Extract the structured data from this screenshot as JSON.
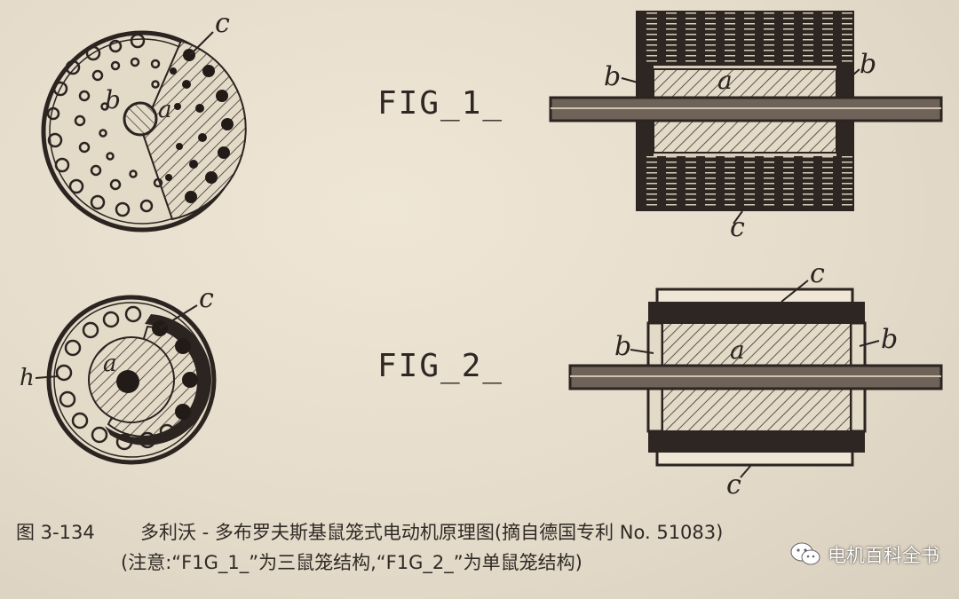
{
  "figure": {
    "fig1_title": "FIG_1_",
    "fig2_title": "FIG_2_",
    "fig1_labels": {
      "circle_c": "c",
      "circle_b": "b",
      "circle_a": "a",
      "side_b_left": "b",
      "side_b_right": "b",
      "side_a": "a",
      "side_c": "c"
    },
    "fig2_labels": {
      "circle_c": "c",
      "circle_h": "h",
      "circle_a": "a",
      "side_c_top": "c",
      "side_b_left": "b",
      "side_b_right": "b",
      "side_a": "a",
      "side_c_bottom": "c"
    }
  },
  "caption": {
    "number": "图 3-134",
    "title": "多利沃 - 多布罗夫斯基鼠笼式电动机原理图(摘自德国专利 No. 51083)",
    "note": "(注意:“F1G_1_”为三鼠笼结构,“F1G_2_”为单鼠笼结构)"
  },
  "watermark": {
    "text": "电机百科全书",
    "icon": "wechat-icon"
  },
  "colors": {
    "paper": "#e9e0d0",
    "ink": "#2b2420"
  }
}
